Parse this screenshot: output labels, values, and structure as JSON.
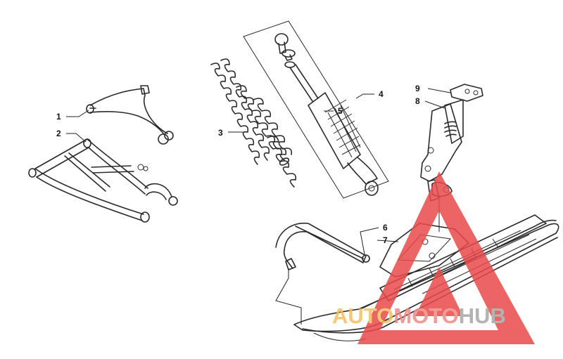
{
  "callouts": {
    "c1": "1",
    "c2": "2",
    "c3": "3",
    "c4": "4",
    "c5": "5",
    "c6": "6",
    "c7": "7",
    "c8": "8",
    "c9": "9"
  },
  "watermark": {
    "word_a": "AUTO",
    "word_b": "MOTO",
    "word_c": "HUB",
    "color_a": "#f0c060",
    "color_b": "#ef8a86",
    "color_c": "#a6a6a6",
    "triangle_color": "#e94a4a"
  },
  "colors": {
    "line": "#2a2a2a",
    "background": "#ffffff"
  }
}
